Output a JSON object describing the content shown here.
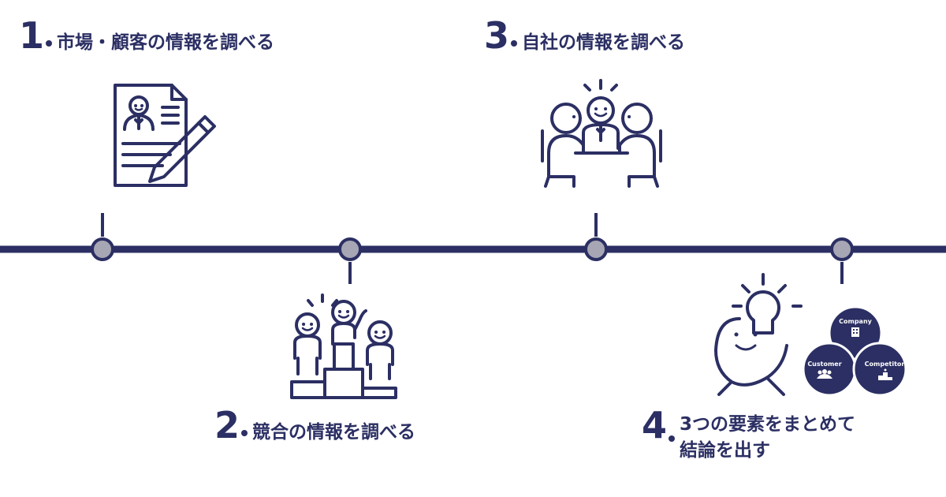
{
  "colors": {
    "navy": "#2b2f63",
    "node_fill": "#a7a6b4",
    "white": "#ffffff"
  },
  "steps": [
    {
      "number": "1",
      "label": "市場・顧客の情報を調べる",
      "icon": "resume-pencil-icon"
    },
    {
      "number": "2",
      "label": "競合の情報を調べる",
      "icon": "podium-people-icon"
    },
    {
      "number": "3",
      "label": "自社の情報を調べる",
      "icon": "meeting-people-icon"
    },
    {
      "number": "4",
      "label": "3つの要素をまとめて\n結論を出す",
      "icon": "idea-person-icon"
    }
  ],
  "venn": {
    "top": "Company",
    "left": "Customer",
    "right": "Competitor"
  }
}
